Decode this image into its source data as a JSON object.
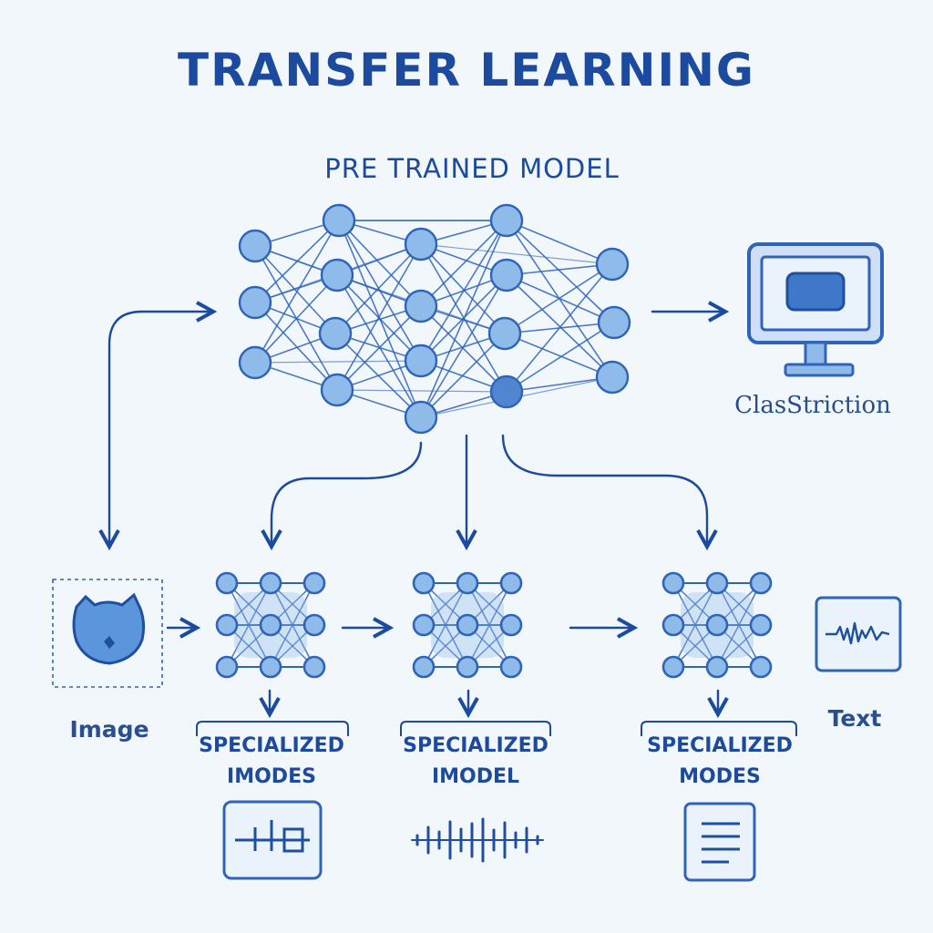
{
  "title": "TRANSFER LEARNING",
  "subtitle": "PRE TRAINED MODEL",
  "outputs": {
    "classification_label": "ClasStriction",
    "text_label": "Text"
  },
  "input": {
    "image_label": "Image"
  },
  "specialized": [
    {
      "line1": "SPECIALIZED",
      "line2": "IMODES"
    },
    {
      "line1": "SPECIALIZED",
      "line2": "IMODEL"
    },
    {
      "line1": "SPECIALIZED",
      "line2": "MODES"
    }
  ],
  "colors": {
    "background": "#f2f7fc",
    "primary": "#1b4a9f",
    "node_fill": "#8fbbea",
    "node_stroke": "#2f64b8",
    "dark_node": "#4f86cf"
  },
  "icons": {
    "classification_output": "monitor-icon",
    "image_input": "cat-icon",
    "text_output": "waveform-card-icon",
    "specialized_outputs": [
      "chart-card-icon",
      "audio-waveform-icon",
      "document-icon"
    ]
  }
}
